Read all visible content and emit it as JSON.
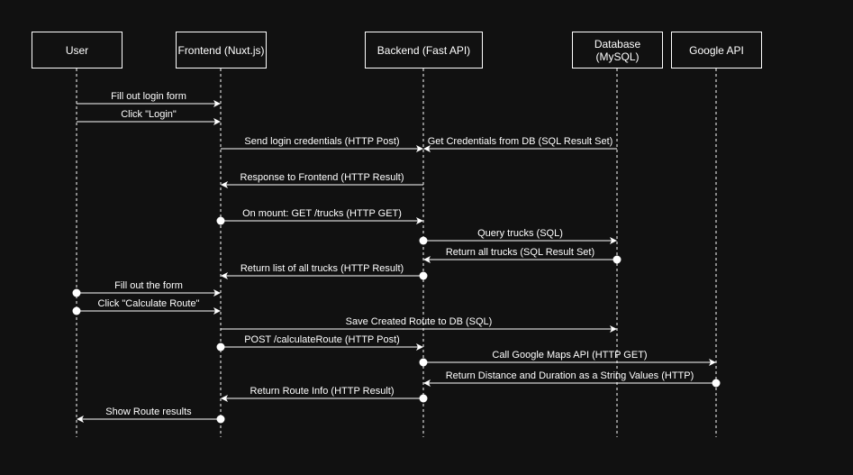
{
  "participants": [
    {
      "id": "user",
      "label": "User"
    },
    {
      "id": "frontend",
      "label": "Frontend (Nuxt.js)"
    },
    {
      "id": "backend",
      "label": "Backend (Fast API)"
    },
    {
      "id": "database",
      "label": "Database\n(MySQL)"
    },
    {
      "id": "google",
      "label": "Google API"
    }
  ],
  "messages": [
    {
      "from": "user",
      "to": "frontend",
      "label": "Fill out login form",
      "start_dot": false
    },
    {
      "from": "user",
      "to": "frontend",
      "label": "Click \"Login\"",
      "start_dot": false
    },
    {
      "from": "frontend",
      "to": "backend",
      "label": "Send login credentials (HTTP Post)",
      "start_dot": false
    },
    {
      "from": "database",
      "to": "backend",
      "label": "Get Credentials from DB (SQL Result Set)",
      "start_dot": false
    },
    {
      "from": "backend",
      "to": "frontend",
      "label": "Response to Frontend (HTTP Result)",
      "start_dot": false
    },
    {
      "from": "frontend",
      "to": "backend",
      "label": "On mount: GET /trucks (HTTP GET)",
      "start_dot": true
    },
    {
      "from": "backend",
      "to": "database",
      "label": "Query trucks  (SQL)",
      "start_dot": true
    },
    {
      "from": "database",
      "to": "backend",
      "label": "Return all trucks (SQL Result Set)",
      "start_dot": true
    },
    {
      "from": "backend",
      "to": "frontend",
      "label": "Return list of all trucks (HTTP Result)",
      "start_dot": true
    },
    {
      "from": "user",
      "to": "frontend",
      "label": "Fill out the form",
      "start_dot": true
    },
    {
      "from": "user",
      "to": "frontend",
      "label": "Click \"Calculate Route\"",
      "start_dot": true
    },
    {
      "from": "frontend",
      "to": "database",
      "label": "Save Created Route to DB (SQL)",
      "start_dot": false
    },
    {
      "from": "frontend",
      "to": "backend",
      "label": "POST /calculateRoute (HTTP Post)",
      "start_dot": true
    },
    {
      "from": "backend",
      "to": "google",
      "label": "Call Google Maps API (HTTP GET)",
      "start_dot": true
    },
    {
      "from": "google",
      "to": "backend",
      "label": "Return Distance and Duration as a String Values (HTTP)",
      "start_dot": true
    },
    {
      "from": "backend",
      "to": "frontend",
      "label": "Return Route Info  (HTTP Result)",
      "start_dot": true
    },
    {
      "from": "frontend",
      "to": "user",
      "label": "Show Route results",
      "start_dot": true
    }
  ]
}
